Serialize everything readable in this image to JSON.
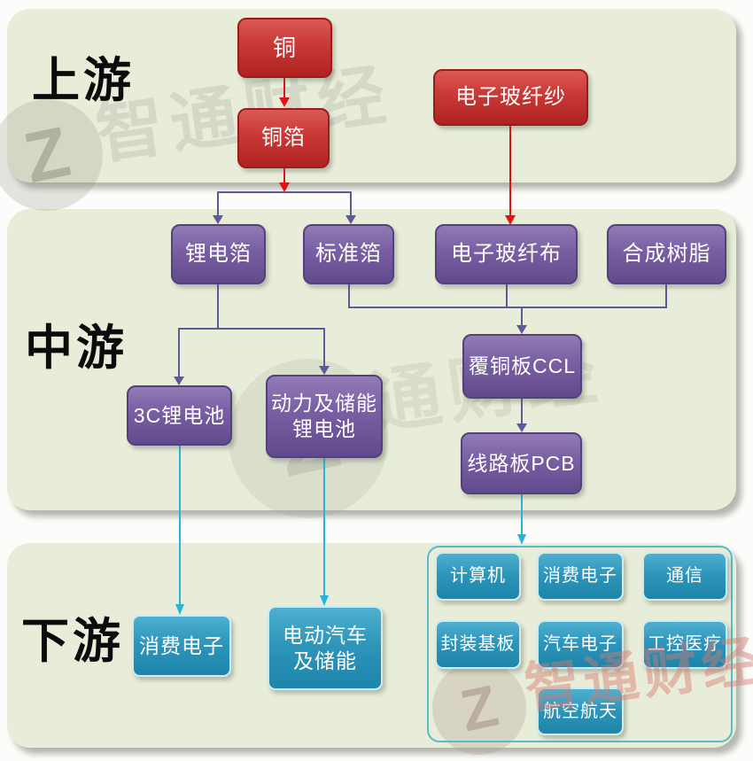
{
  "brand": {
    "watermark_text": "智通财经",
    "logo_letter": "Z"
  },
  "sections": {
    "upstream": {
      "label": "上游"
    },
    "midstream": {
      "label": "中游"
    },
    "downstream": {
      "label": "下游"
    }
  },
  "nodes": {
    "copper": {
      "label": "铜"
    },
    "copper_foil": {
      "label": "铜箔"
    },
    "glass_fiber_yarn": {
      "label": "电子玻纤纱"
    },
    "lithium_battery_foil": {
      "label": "锂电箔"
    },
    "standard_foil": {
      "label": "标准箔"
    },
    "glass_fiber_cloth": {
      "label": "电子玻纤布"
    },
    "synthetic_resin": {
      "label": "合成树脂"
    },
    "battery_3c": {
      "label": "3C锂电池"
    },
    "power_storage_battery": {
      "line1": "动力及储能",
      "line2": "锂电池"
    },
    "ccl": {
      "label": "覆铜板CCL"
    },
    "pcb": {
      "label": "线路板PCB"
    },
    "consumer_electronics": {
      "label": "消费电子"
    },
    "ev_storage": {
      "line1": "电动汽车",
      "line2": "及储能"
    },
    "pcb_applications": {
      "items": [
        "计算机",
        "消费电子",
        "通信",
        "封装基板",
        "汽车电子",
        "工控医疗",
        "航空航天"
      ]
    }
  },
  "colors": {
    "band_bg": "#e7edd8",
    "red_node": "#bf2a28",
    "purple_node": "#6f559c",
    "blue_node": "#2d95ba",
    "red_line": "#e31219",
    "purple_line": "#5c5a98",
    "cyan_line": "#2ab3d8",
    "group_border": "#55bccd"
  }
}
